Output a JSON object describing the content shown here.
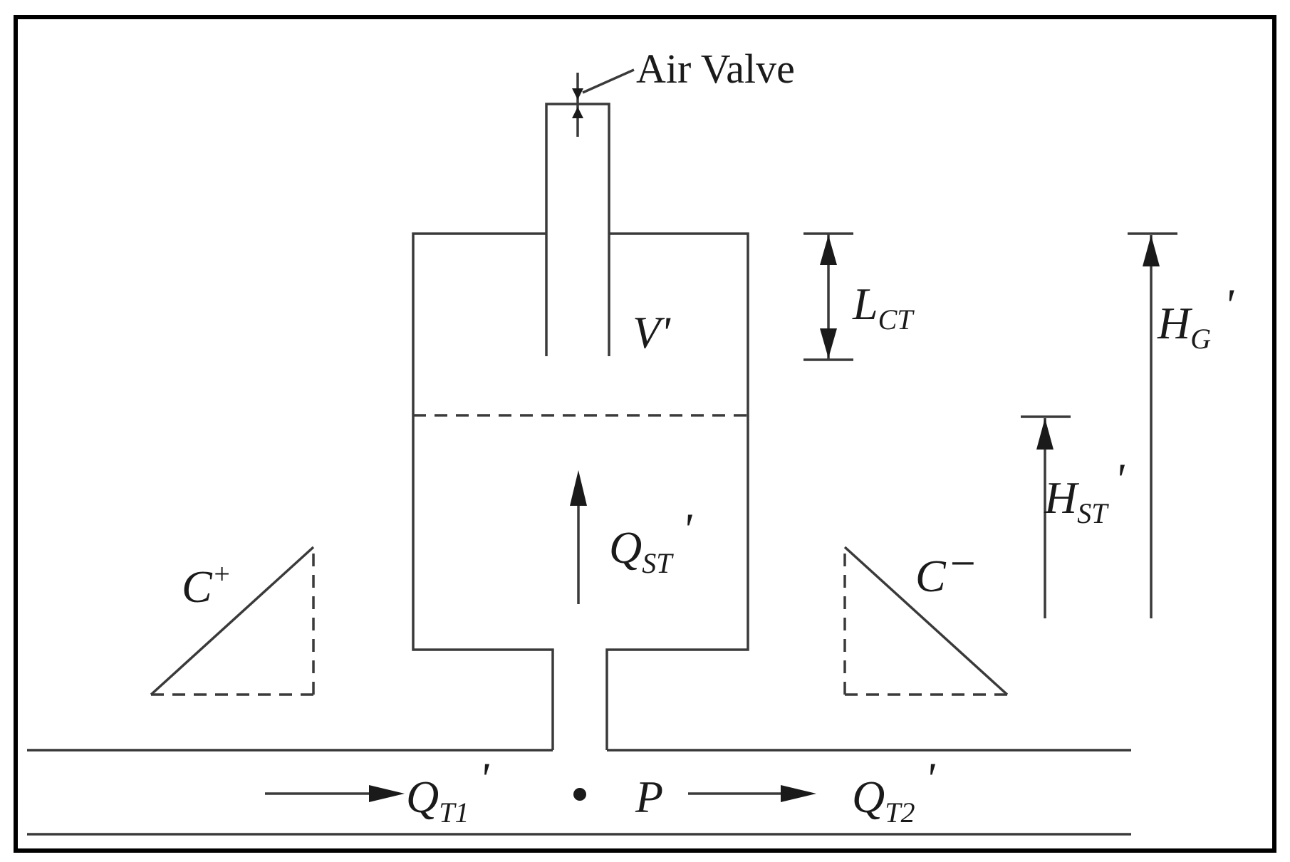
{
  "labels": {
    "air_valve": "Air Valve",
    "volume": "V'",
    "l_ct": {
      "main": "L",
      "sub": "CT"
    },
    "h_g": {
      "main": "H",
      "sub": "G",
      "prime": "'"
    },
    "h_st": {
      "main": "H",
      "sub": "ST",
      "prime": "'"
    },
    "q_st": {
      "main": "Q",
      "sub": "ST",
      "prime": "'"
    },
    "c_plus": {
      "main": "C",
      "sup": "+"
    },
    "c_minus": {
      "main": "C",
      "sign": "−"
    },
    "q_t1": {
      "main": "Q",
      "sub": "T1",
      "prime": "'"
    },
    "q_t2": {
      "main": "Q",
      "sub": "T2",
      "prime": "'"
    },
    "point_p": "P"
  },
  "colors": {
    "stroke": "#3a3a3a",
    "frame": "#000000",
    "text": "#1a1a1a",
    "background": "#ffffff"
  }
}
